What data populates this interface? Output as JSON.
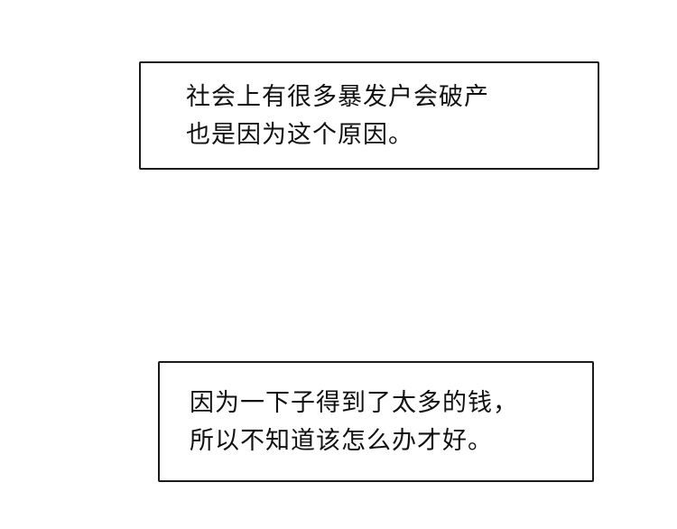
{
  "captions": [
    {
      "lines": [
        "社会上有很多暴发户会破产",
        "也是因为这个原因。"
      ]
    },
    {
      "lines": [
        "因为一下子得到了太多的钱，",
        "所以不知道该怎么办才好。"
      ]
    }
  ]
}
